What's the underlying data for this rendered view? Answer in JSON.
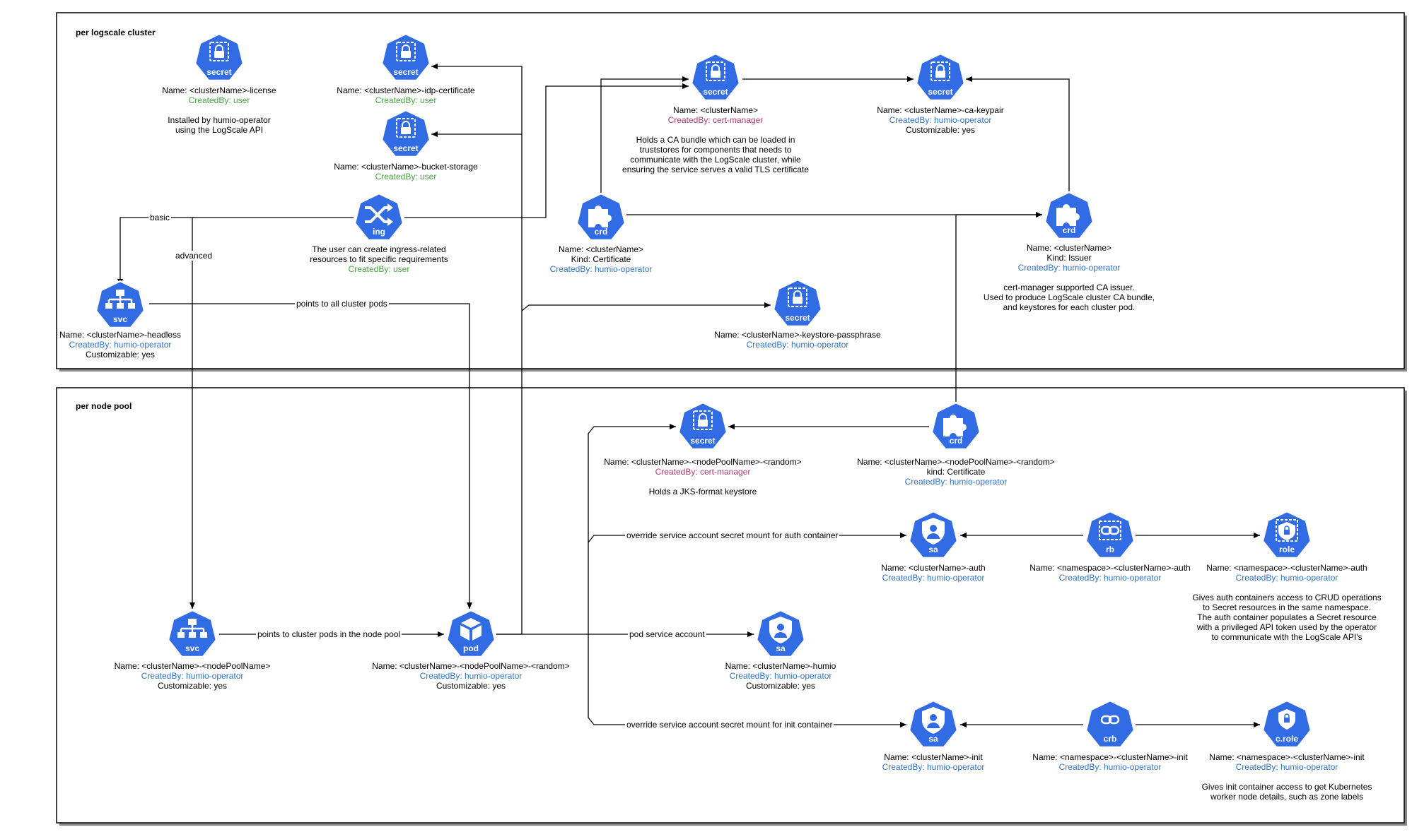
{
  "panels": {
    "cluster_title": "per logscale cluster",
    "nodepool_title": "per node pool"
  },
  "node_kinds": {
    "secret": "secret",
    "ing": "ing",
    "svc": "svc",
    "crd": "crd",
    "pod": "pod",
    "sa": "sa",
    "rb": "rb",
    "role": "role",
    "crb": "crb",
    "crole": "c.role"
  },
  "nodes": {
    "license": {
      "name": "Name: <clusterName>-license",
      "created_by": "CreatedBy: user"
    },
    "idp_cert": {
      "name": "Name: <clusterName>-idp-certificate",
      "created_by": "CreatedBy: user"
    },
    "bucket": {
      "name": "Name: <clusterName>-bucket-storage",
      "created_by": "CreatedBy: user"
    },
    "cluster_secret": {
      "name": "Name: <clusterName>",
      "created_by": "CreatedBy: cert-manager"
    },
    "ca_keypair": {
      "name": "Name: <clusterName>-ca-keypair",
      "created_by": "CreatedBy: humio-operator",
      "customizable": "Customizable: yes"
    },
    "ing": {
      "created_by": "CreatedBy: user"
    },
    "cert_crd": {
      "name": "Name: <clusterName>",
      "kind": "Kind: Certificate",
      "created_by": "CreatedBy: humio-operator"
    },
    "issuer_crd": {
      "name": "Name: <clusterName>",
      "kind": "Kind: Issuer",
      "created_by": "CreatedBy: humio-operator"
    },
    "headless_svc": {
      "name": "Name: <clusterName>-headless",
      "created_by": "CreatedBy: humio-operator",
      "customizable": "Customizable: yes"
    },
    "keystore_pass": {
      "name": "Name: <clusterName>-keystore-passphrase",
      "created_by": "CreatedBy: humio-operator"
    },
    "np_secret": {
      "name": "Name: <clusterName>-<nodePoolName>-<random>",
      "created_by": "CreatedBy: cert-manager"
    },
    "np_cert_crd": {
      "name": "Name: <clusterName>-<nodePoolName>-<random>",
      "kind": "kind: Certificate",
      "created_by": "CreatedBy: humio-operator"
    },
    "sa_auth": {
      "name": "Name: <clusterName>-auth",
      "created_by": "CreatedBy: humio-operator"
    },
    "rb_auth": {
      "name": "Name: <namespace>-<clusterName>-auth",
      "created_by": "CreatedBy: humio-operator"
    },
    "role_auth": {
      "name": "Name: <namespace>-<clusterName>-auth",
      "created_by": "CreatedBy: humio-operator"
    },
    "np_svc": {
      "name": "Name: <clusterName>-<nodePoolName>",
      "created_by": "CreatedBy: humio-operator",
      "customizable": "Customizable: yes"
    },
    "pod": {
      "name": "Name: <clusterName>-<nodePoolName>-<random>",
      "created_by": "CreatedBy: humio-operator",
      "customizable": "Customizable: yes"
    },
    "sa_humio": {
      "name": "Name: <clusterName>-humio",
      "created_by": "CreatedBy: humio-operator",
      "customizable": "Customizable: yes"
    },
    "sa_init": {
      "name": "Name: <clusterName>-init",
      "created_by": "CreatedBy: humio-operator"
    },
    "crb_init": {
      "name": "Name: <namespace>-<clusterName>-init",
      "created_by": "CreatedBy: humio-operator"
    },
    "crole_init": {
      "name": "Name: <namespace>-<clusterName>-init",
      "created_by": "CreatedBy: humio-operator"
    }
  },
  "descriptions": {
    "license": [
      "Installed by humio-operator",
      "using the LogScale API"
    ],
    "cluster_secret": [
      "Holds a CA bundle which can be loaded in",
      "truststores for components that needs to",
      "communicate with the LogScale cluster, while",
      "ensuring the service serves a valid TLS certificate"
    ],
    "ing": [
      "The user can create ingress-related",
      "resources to fit specific requirements"
    ],
    "issuer": [
      "cert-manager supported CA issuer.",
      "Used to produce LogScale cluster CA bundle,",
      "and keystores for each cluster pod."
    ],
    "np_secret": [
      "Holds a JKS-format keystore"
    ],
    "role_auth": [
      "Gives auth containers access to CRUD operations",
      "to Secret resources in the same namespace.",
      "The auth container populates a Secret resource",
      "with a privileged API token used by the operator",
      "to communicate with the LogScale API's"
    ],
    "crole_init": [
      "Gives init container access to get Kubernetes",
      "worker node details, such as zone labels"
    ]
  },
  "edge_labels": {
    "basic": "basic",
    "advanced": "advanced",
    "points_all": "points to all cluster pods",
    "points_np": "points to cluster pods in the node pool",
    "override_auth": "override service account secret mount for auth container",
    "pod_sa": "pod service account",
    "override_init": "override service account secret mount for init container"
  },
  "colors": {
    "node_fill": "#326ce5",
    "node_stroke": "#ffffff",
    "created_by_user": "#48a23f",
    "created_by_operator": "#2f74c6",
    "created_by_cert_manager": "#b03a74",
    "edges": "#000000"
  }
}
